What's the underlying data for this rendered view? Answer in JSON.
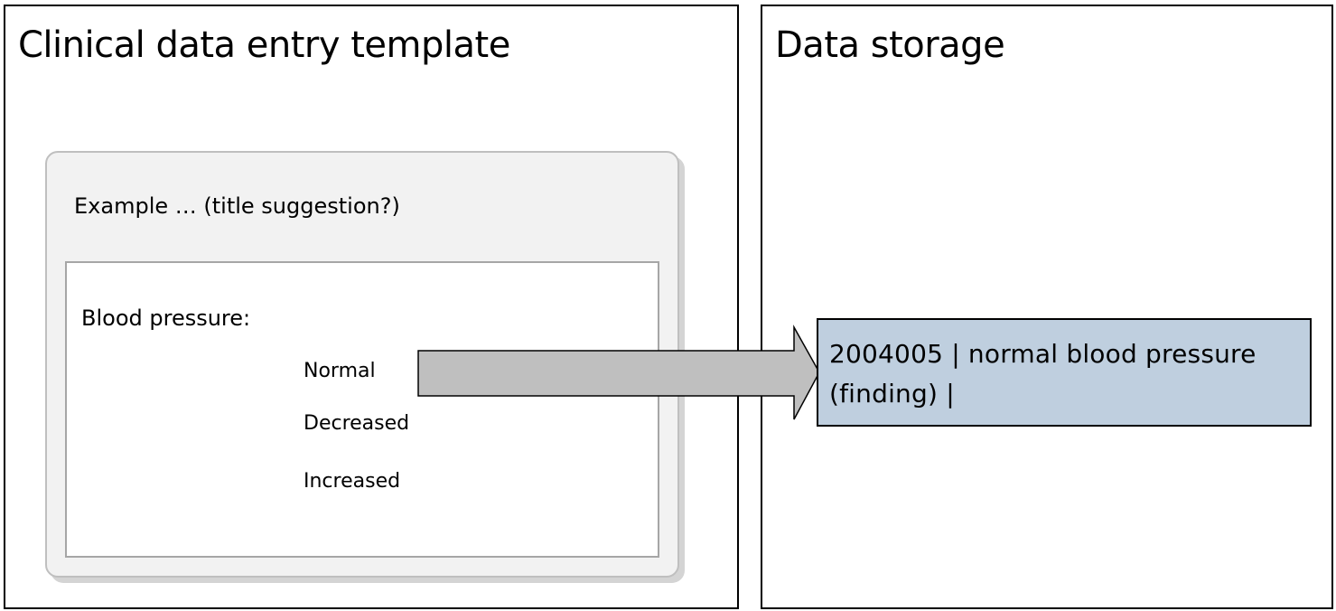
{
  "left_panel": {
    "title": "Clinical data entry template",
    "form": {
      "title": "Example … (title suggestion?)",
      "field_label": "Blood pressure:",
      "options": [
        "Normal",
        "Decreased",
        "Increased"
      ]
    }
  },
  "right_panel": {
    "title": "Data storage",
    "storage_entry": "2004005 | normal blood pressure (finding) |"
  },
  "colors": {
    "arrow_fill": "#bfbfbf",
    "storage_fill": "#bfcfdf",
    "form_card_fill": "#f2f2f2"
  },
  "connector": {
    "from": "Normal",
    "to": "2004005 | normal blood pressure (finding) |"
  }
}
